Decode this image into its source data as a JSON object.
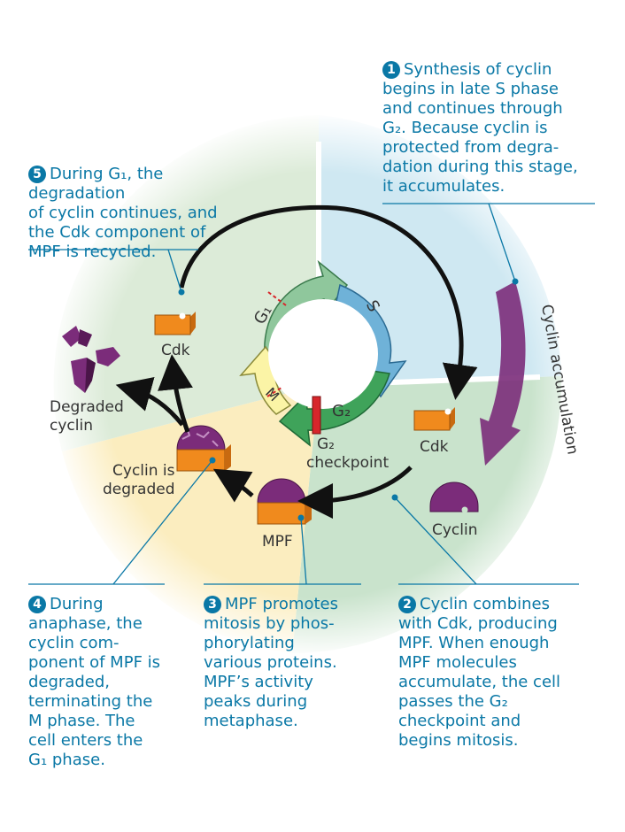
{
  "colors": {
    "callout_text": "#0a78a6",
    "cyclin_purple": "#7b2c7a",
    "cdk_orange": "#f08a1d",
    "g1_arrow": "#8fc79c",
    "s_arrow": "#6fb2d8",
    "g2_arrow": "#3fa35a",
    "m_arrow": "#fbf4a6",
    "checkpoint_red": "#d7262b",
    "bg_blue": "#cfe8f2",
    "bg_green": "#c9e3cc",
    "bg_yellow": "#fbedbf",
    "bg_mint": "#dcebd8"
  },
  "callouts": {
    "c1": {
      "num": "1",
      "lines": [
        "Synthesis of cyclin",
        "begins in late S phase",
        "and continues through",
        "G₂. Because cyclin is",
        "protected from degra-",
        "dation during this stage,",
        "it accumulates."
      ]
    },
    "c5": {
      "num": "5",
      "lines": [
        "During G₁, the degradation",
        "of cyclin continues, and",
        "the Cdk component of",
        "MPF is recycled."
      ]
    },
    "c4": {
      "num": "4",
      "lines": [
        "During",
        "anaphase, the",
        "cyclin com-",
        "ponent of MPF is",
        "degraded,",
        "terminating the",
        "M phase. The",
        "cell enters the",
        "G₁ phase."
      ]
    },
    "c3": {
      "num": "3",
      "lines": [
        "MPF promotes",
        "mitosis by phos-",
        "phorylating",
        "various proteins.",
        "MPF’s activity",
        "peaks during",
        "metaphase."
      ]
    },
    "c2": {
      "num": "2",
      "lines": [
        "Cyclin combines",
        "with Cdk, producing",
        "MPF. When enough",
        "MPF molecules",
        "accumulate, the cell",
        "passes the G₂",
        "checkpoint and",
        "begins mitosis."
      ]
    }
  },
  "labels": {
    "cdk_top": "Cdk",
    "cdk_right": "Cdk",
    "degraded_cyclin": [
      "Degraded",
      "cyclin"
    ],
    "cyclin_is_degraded": [
      "Cyclin is",
      "degraded"
    ],
    "mpf": "MPF",
    "cyclin": "Cyclin",
    "g2_checkpoint": [
      "G₂",
      "checkpoint"
    ],
    "cyclin_accumulation": "Cyclin accumulation"
  },
  "phases": {
    "g1": "G₁",
    "s": "S",
    "g2": "G₂",
    "m": "M"
  }
}
